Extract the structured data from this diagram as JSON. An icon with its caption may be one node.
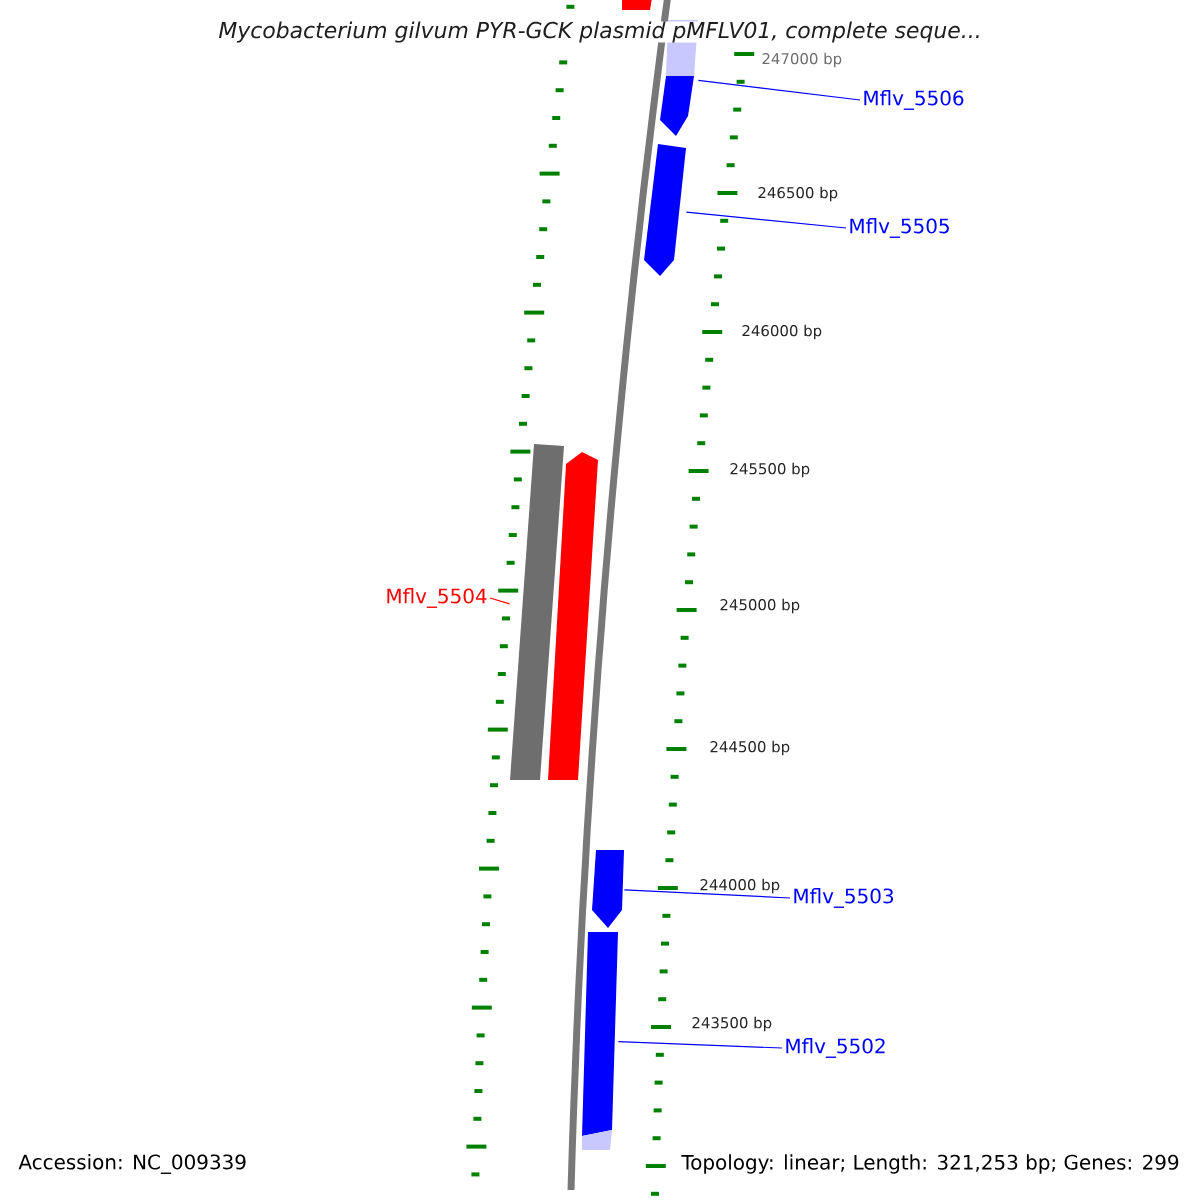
{
  "diagram": {
    "title": "Mycobacterium gilvum PYR-GCK plasmid pMFLV01, complete seque...",
    "nodes": [
      {
        "text": [],
        "shape": "bar"
      },
      {
        "text": [
          "Mflv_5506"
        ]
      },
      {
        "text": [],
        "shape": "bar"
      },
      {
        "text": [
          "Mflv_5505"
        ]
      },
      {
        "text": [],
        "shape": "bar"
      },
      {
        "text": [
          "Mflv_5504"
        ]
      },
      {
        "text": [],
        "shape": "bar"
      },
      {
        "text": [],
        "shape": "bar"
      },
      {
        "text": [
          "Mflv_5503"
        ]
      },
      {
        "text": [],
        "shape": "bar"
      },
      {
        "text": [
          "Mflv_5502"
        ]
      },
      {
        "text": [],
        "shape": "bar"
      }
    ],
    "edges": [
      {
        "from": 1,
        "to": 2,
        "arrow": "none"
      },
      {
        "from": 3,
        "to": 4,
        "arrow": "none"
      },
      {
        "from": 5,
        "to": 6,
        "arrow": "none",
        "color": "#ff0000"
      },
      {
        "from": 8,
        "to": 9,
        "arrow": "none"
      },
      {
        "from": 10,
        "to": 11,
        "arrow": "none"
      }
    ],
    "labels": [
      "247000 bp",
      "246500 bp",
      "246000 bp",
      "245500 bp",
      "245000 bp",
      "244500 bp",
      "244000 bp",
      "243500 bp",
      "Accession: NC_009339",
      "Topology: linear; Length: 321,253 bp; Genes: 299"
    ]
  }
}
